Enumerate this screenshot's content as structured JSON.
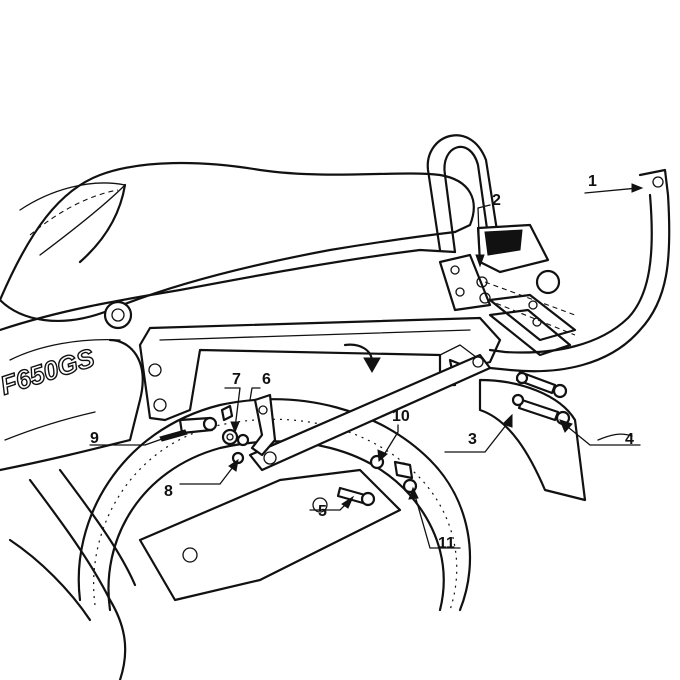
{
  "diagram": {
    "model_decal": "F650GS",
    "callouts": [
      {
        "id": "c1",
        "label": "1"
      },
      {
        "id": "c2",
        "label": "2"
      },
      {
        "id": "c3",
        "label": "3"
      },
      {
        "id": "c4",
        "label": "4"
      },
      {
        "id": "c5",
        "label": "5"
      },
      {
        "id": "c6",
        "label": "6"
      },
      {
        "id": "c7",
        "label": "7"
      },
      {
        "id": "c8",
        "label": "8"
      },
      {
        "id": "c9",
        "label": "9"
      },
      {
        "id": "c10",
        "label": "10"
      },
      {
        "id": "c11",
        "label": "11"
      }
    ]
  },
  "colors": {
    "ink": "#111111",
    "paper": "#ffffff"
  }
}
